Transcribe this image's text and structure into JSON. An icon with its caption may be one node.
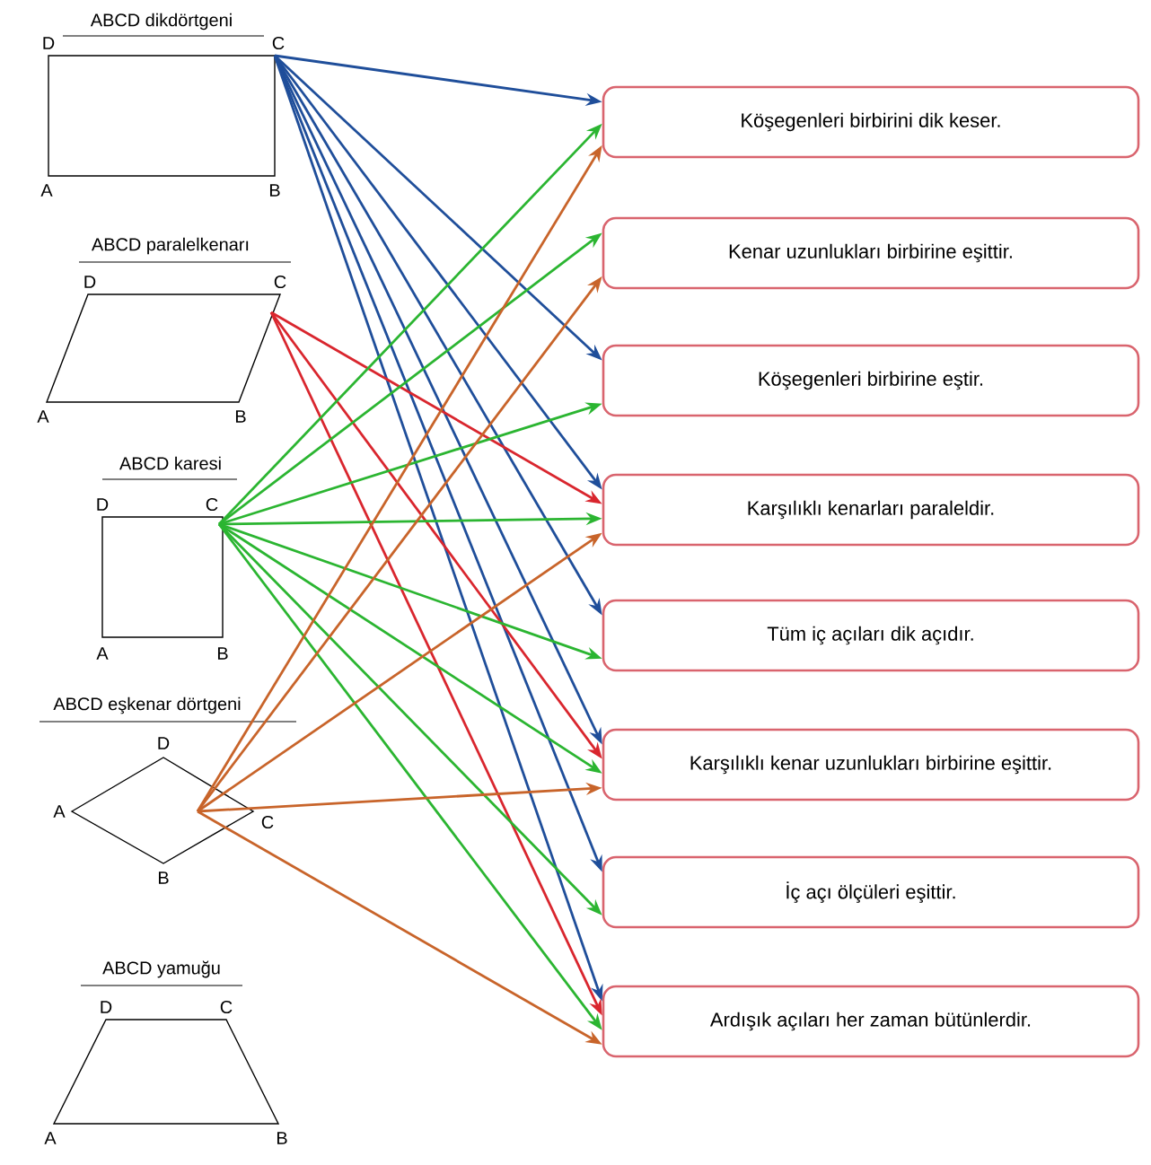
{
  "diagram": {
    "nodes": [
      {
        "text": [
          "ABCD dikdörtgeni",
          "D",
          "C",
          "A",
          "B"
        ]
      },
      {
        "text": [
          "ABCD paralelkenarı",
          "D",
          "C",
          "A",
          "B"
        ]
      },
      {
        "text": [
          "ABCD karesi",
          "D",
          "C",
          "A",
          "B"
        ]
      },
      {
        "text": [
          "ABCD eşkenar dörtgeni",
          "D",
          "A",
          "C",
          "B"
        ]
      },
      {
        "text": [
          "ABCD yamuğu",
          "D",
          "C",
          "A",
          "B"
        ]
      },
      {
        "text": [
          "Köşegenleri birbirini dik keser."
        ]
      },
      {
        "text": [
          "Kenar uzunlukları birbirine eşittir."
        ]
      },
      {
        "text": [
          "Köşegenleri birbirine eştir."
        ]
      },
      {
        "text": [
          "Karşılıklı kenarları paraleldir."
        ]
      },
      {
        "text": [
          "Tüm iç açıları dik açıdır."
        ]
      },
      {
        "text": [
          "Karşılıklı kenar uzunlukları birbirine eşittir."
        ]
      },
      {
        "text": [
          "İç açı ölçüleri eşittir."
        ]
      },
      {
        "text": [
          "Ardışık açıları her zaman bütünlerdir."
        ]
      }
    ],
    "edges": [
      {
        "from": 0,
        "to": 5,
        "arrow": "to",
        "color": "#1f4e9a"
      },
      {
        "from": 0,
        "to": 7,
        "arrow": "to",
        "color": "#1f4e9a"
      },
      {
        "from": 0,
        "to": 8,
        "arrow": "to",
        "color": "#1f4e9a"
      },
      {
        "from": 0,
        "to": 9,
        "arrow": "to",
        "color": "#1f4e9a"
      },
      {
        "from": 0,
        "to": 10,
        "arrow": "to",
        "color": "#1f4e9a"
      },
      {
        "from": 0,
        "to": 11,
        "arrow": "to",
        "color": "#1f4e9a"
      },
      {
        "from": 0,
        "to": 12,
        "arrow": "to",
        "color": "#1f4e9a"
      },
      {
        "from": 1,
        "to": 8,
        "arrow": "to",
        "color": "#d9262e"
      },
      {
        "from": 1,
        "to": 10,
        "arrow": "to",
        "color": "#d9262e"
      },
      {
        "from": 1,
        "to": 12,
        "arrow": "to",
        "color": "#d9262e"
      },
      {
        "from": 2,
        "to": 5,
        "arrow": "to"
      },
      {
        "from": 2,
        "to": 6,
        "arrow": "to"
      },
      {
        "from": 2,
        "to": 7,
        "arrow": "to"
      },
      {
        "from": 2,
        "to": 8,
        "arrow": "to"
      },
      {
        "from": 2,
        "to": 9,
        "arrow": "to"
      },
      {
        "from": 2,
        "to": 10,
        "arrow": "to"
      },
      {
        "from": 2,
        "to": 11,
        "arrow": "to"
      },
      {
        "from": 2,
        "to": 12,
        "arrow": "to"
      },
      {
        "from": 3,
        "to": 5,
        "arrow": "to",
        "color": "#c8642a"
      },
      {
        "from": 3,
        "to": 6,
        "arrow": "to",
        "color": "#c8642a"
      },
      {
        "from": 3,
        "to": 8,
        "arrow": "to",
        "color": "#c8642a"
      },
      {
        "from": 3,
        "to": 10,
        "arrow": "to",
        "color": "#c8642a"
      },
      {
        "from": 3,
        "to": 12,
        "arrow": "to",
        "color": "#c8642a"
      }
    ]
  }
}
